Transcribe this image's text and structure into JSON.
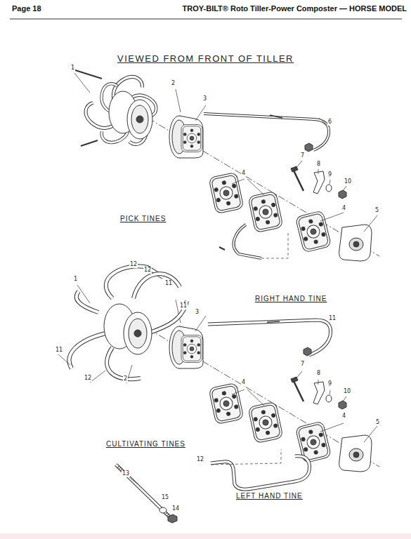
{
  "diagram": {
    "title": "VIEWED FROM FRONT OF TILLER",
    "labels": [
      "Page 18",
      "TROY-BILT® Roto Tiller-Power Composter — HORSE MODEL",
      "1",
      "2",
      "3",
      "6",
      "4",
      "7",
      "8",
      "9",
      "10",
      "4",
      "5",
      "PICK TINES",
      "12",
      "12",
      "1",
      "11",
      "11",
      "3",
      "RIGHT HAND TINE",
      "11",
      "11",
      "12",
      "2",
      "4",
      "7",
      "8",
      "9",
      "10",
      "4",
      "5",
      "CULTIVATING TINES",
      "12",
      "LEFT HAND TINE",
      "13",
      "15",
      "14"
    ]
  }
}
